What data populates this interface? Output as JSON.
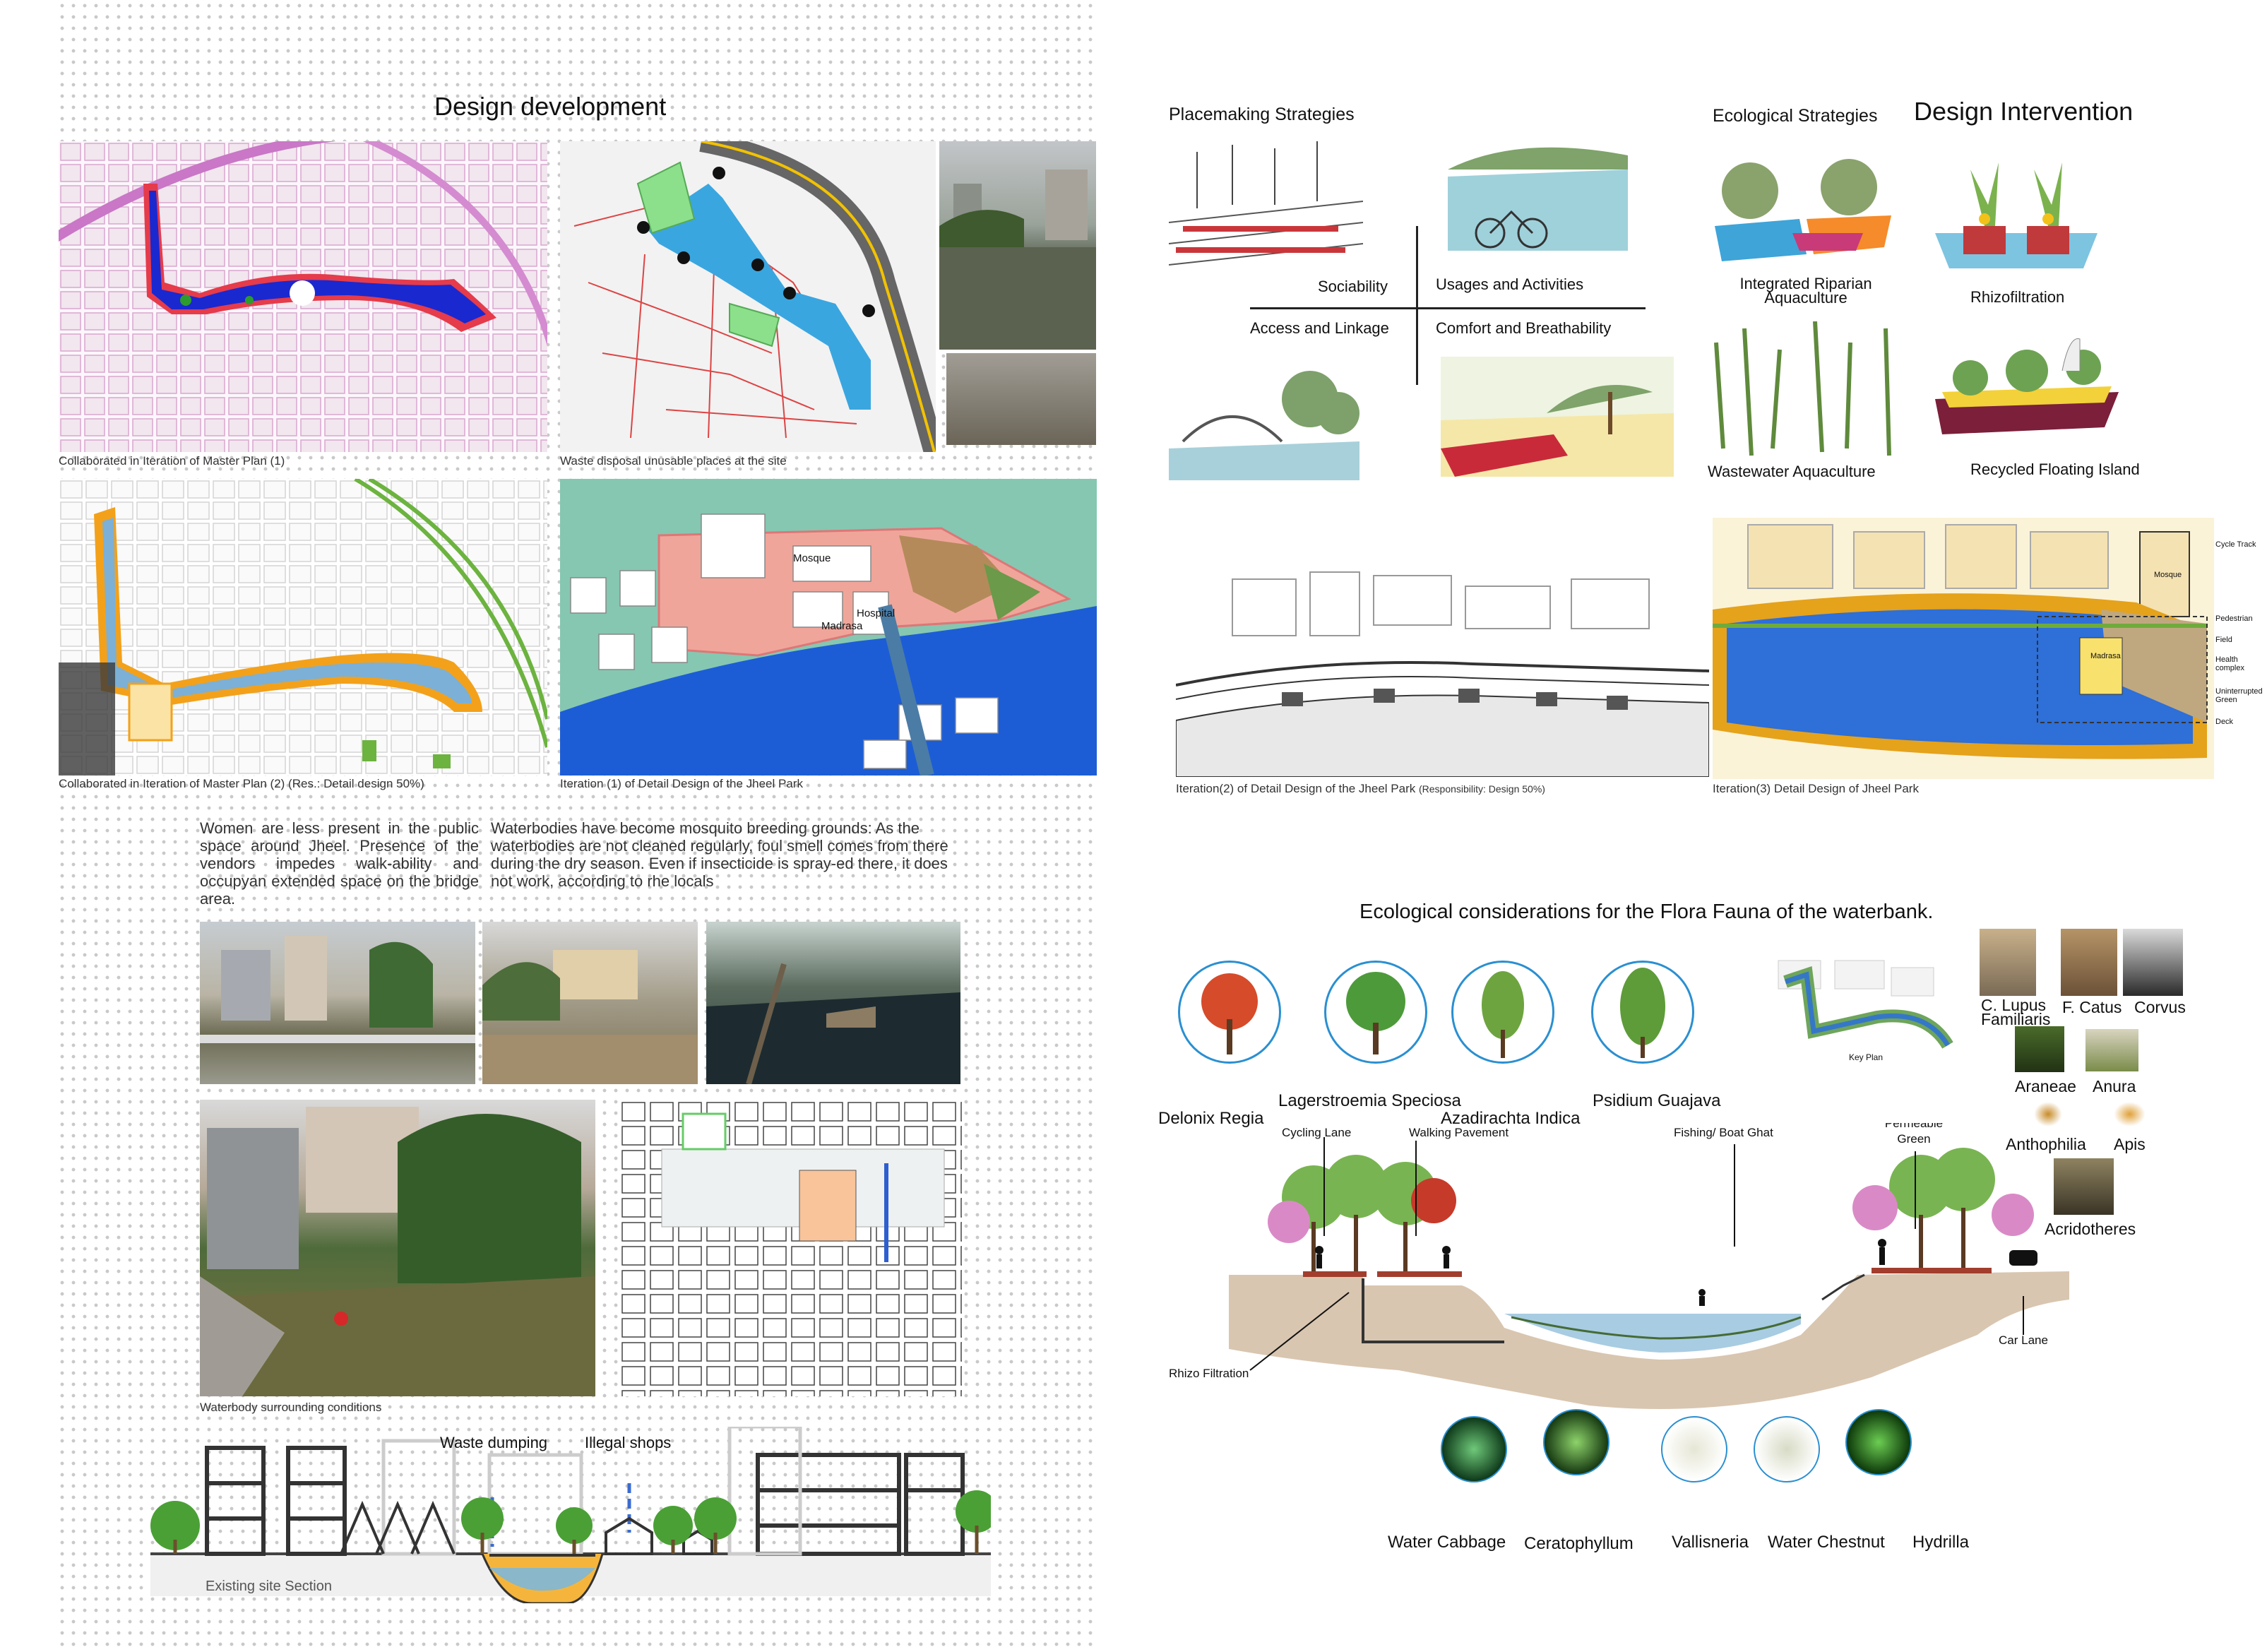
{
  "left": {
    "title": "Design development",
    "captions": {
      "plan1": "Collaborated in Iteration of Master Plan (1)",
      "waste": "Waste disposal unusable places at the site",
      "plan2": "Collaborated in Iteration of Master Plan (2) (Res.: Detail design 50%)",
      "iter1": "Iteration (1) of Detail Design of the Jheel Park",
      "waterbody": "Waterbody surrounding  conditions",
      "existing": "Existing site Section"
    },
    "map_labels": {
      "mosque": "Mosque",
      "madrasa": "Madrasa",
      "hospital": "Hospital"
    },
    "text_block_1": "Women are less present in the public space around Jheel. Presence of the vendors impedes walk-ability and occupyan extended space on the bridge area.",
    "text_block_2": "Waterbodies have become mosquito breeding grounds: As the waterbodies are not cleaned regularly, foul smell comes from there during the dry season. Even if insecticide is spray-ed there, it does not work, according to rhe locals",
    "section_labels": {
      "waste_dumping": "Waste dumping",
      "illegal_shops": "Illegal shops"
    }
  },
  "right": {
    "placemaking": {
      "title": "Placemaking Strategies",
      "sociability": "Sociability",
      "usages": "Usages and Activities",
      "access": "Access and Linkage",
      "comfort": "Comfort and Breathability"
    },
    "ecological": {
      "title": "Ecological Strategies",
      "riparian": "Integrated Riparian Aquaculture",
      "wastewater": "Wastewater Aquaculture"
    },
    "intervention": {
      "title": "Design Intervention",
      "rhizo": "Rhizofiltration",
      "floating": "Recycled Floating Island"
    },
    "iter2_caption": "Iteration(2) of Detail Design of the Jheel Park",
    "iter2_resp": "(Responsibility: Design 50%)",
    "iter3_caption": "Iteration(3) Detail Design of Jheel Park",
    "iter3_labels": [
      "Cycle Track",
      "Mosque",
      "Pedestrian",
      "Field",
      "Health complex",
      "Madrasa",
      "Uninterrupted Green",
      "Deck"
    ],
    "flora_title": "Ecological considerations for the Flora Fauna of the waterbank.",
    "trees": [
      "Delonix Regia",
      "Lagerstroemia Speciosa",
      "Azadirachta Indica",
      "Psidium Guajava"
    ],
    "key_plan": "Key Plan",
    "fauna": [
      "C. Lupus Familiaris",
      "F. Catus",
      "Corvus",
      "Araneae",
      "Anura",
      "Anthophilia",
      "Apis",
      "Acridotheres"
    ],
    "section": {
      "cycling": "Cycling Lane",
      "walking": "Walking Pavement",
      "fishing": "Fishing/ Boat Ghat",
      "permeable": "Fully Permeable Green",
      "car": "Car Lane",
      "rhizo": "Rhizo Filtration"
    },
    "aquatic": [
      "Water Cabbage",
      "Ceratophyllum",
      "Vallisneria",
      "Water Chestnut",
      "Hydrilla"
    ]
  }
}
